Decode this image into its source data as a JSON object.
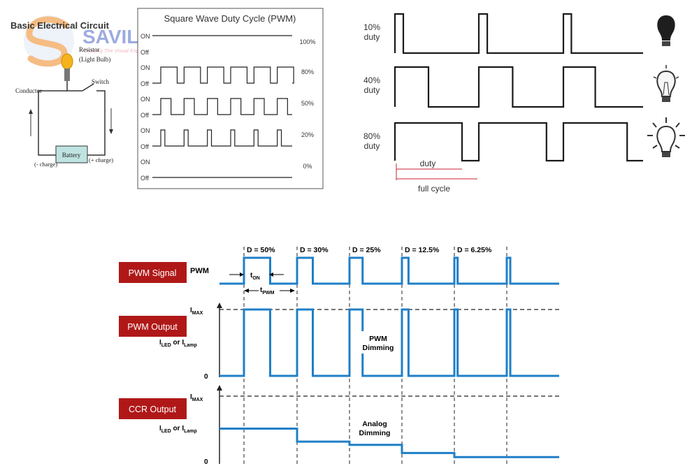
{
  "logo": {
    "brand": "SAVILED",
    "tagline": "Leading The Visual Experience"
  },
  "circuit": {
    "title": "Basic Electrical Circuit",
    "resistor": "Resistor",
    "light_bulb": "(Light Bulb)",
    "switch": "Switch",
    "conductor": "Conductor",
    "battery": "Battery",
    "neg_charge": "(- charge)",
    "pos_charge": "(+ charge)"
  },
  "square_wave": {
    "title": "Square Wave Duty Cycle (PWM)",
    "on_label": "ON",
    "off_label": "Off",
    "rows": [
      {
        "pct_label": "100%",
        "duty": 1.0
      },
      {
        "pct_label": "80%",
        "duty": 0.8
      },
      {
        "pct_label": "50%",
        "duty": 0.5
      },
      {
        "pct_label": "20%",
        "duty": 0.2
      },
      {
        "pct_label": "0%",
        "duty": 0.0
      }
    ]
  },
  "duty_bulbs": {
    "rows": [
      {
        "pct": "10%",
        "label": "duty",
        "duty": 0.1,
        "bulb": "bulb-off-icon"
      },
      {
        "pct": "40%",
        "label": "duty",
        "duty": 0.4,
        "bulb": "bulb-dim-icon"
      },
      {
        "pct": "80%",
        "label": "duty",
        "duty": 0.8,
        "bulb": "bulb-bright-icon"
      }
    ],
    "duty_annotation": "duty",
    "cycle_annotation": "full cycle"
  },
  "dimming": {
    "pwm_signal_label": "PWM Signal",
    "pwm_output_label": "PWM Output",
    "ccr_output_label": "CCR Output",
    "pwm_text": "PWM",
    "t_on": "t",
    "t_on_sub": "ON",
    "t_pwm": "t",
    "t_pwm_sub": "PWM",
    "duty_labels": [
      "D = 50%",
      "D = 30%",
      "D = 25%",
      "D = 12.5%",
      "D = 6.25%"
    ],
    "duties": [
      0.5,
      0.3,
      0.25,
      0.125,
      0.0625
    ],
    "imax_I": "I",
    "imax_sub": "MAX",
    "iled_I": "I",
    "iled_sub": "LED",
    "or_text": " or ",
    "ilamp_I": "I",
    "ilamp_sub": "Lamp",
    "zero": "0",
    "pwm_dimming_1": "PWM",
    "pwm_dimming_2": "Dimming",
    "analog_dimming_1": "Analog",
    "analog_dimming_2": "Dimming",
    "label_color": "#b01818",
    "signal_color": "#1f7fc8"
  }
}
